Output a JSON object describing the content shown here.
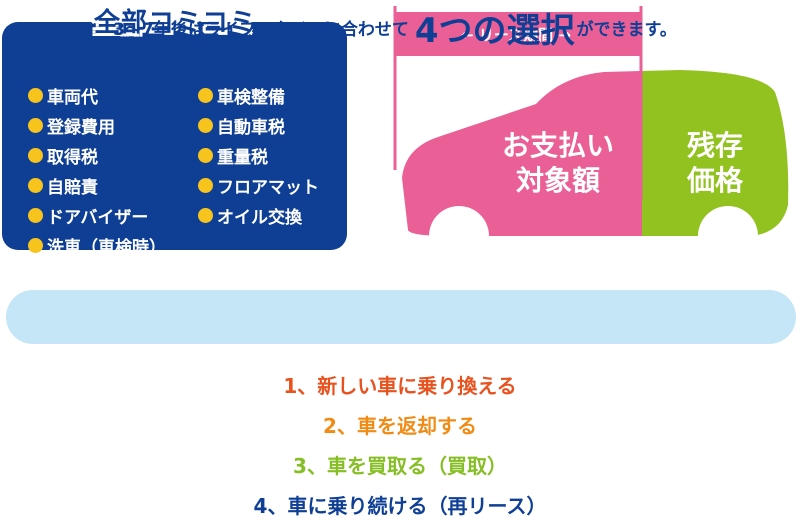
{
  "included": {
    "title": "全部コミコミ",
    "left_items": [
      "車両代",
      "登録費用",
      "取得税",
      "自賠責",
      "ドアバイザー",
      "洗車（車検時）"
    ],
    "right_items": [
      "車検整備",
      "自動車税",
      "重量税",
      "フロアマット",
      "オイル交換"
    ]
  },
  "car": {
    "lease_period": "← リース期間 →",
    "payment_target_line1": "お支払い",
    "payment_target_line2": "対象額",
    "residual_line1": "残存",
    "residual_line2": "価格"
  },
  "banner": {
    "prefix": "3〜7年後はライフスタイルに合わせて",
    "highlight": "4つの選択",
    "suffix": "ができます。"
  },
  "options": [
    {
      "text": "1、新しい車に乗り換える",
      "color": "#e8521e"
    },
    {
      "text": "2、車を返却する",
      "color": "#f08c16"
    },
    {
      "text": "3、車を買取る（買取）",
      "color": "#86bf25"
    },
    {
      "text": "4、車に乗り続ける（再リース）",
      "color": "#0f3f95"
    }
  ],
  "colors": {
    "navy": "#0f3f95",
    "yellow_dot": "#f7c31d",
    "pink": "#ea5f96",
    "green": "#92c21f",
    "banner_bg": "#c5e6f6"
  }
}
